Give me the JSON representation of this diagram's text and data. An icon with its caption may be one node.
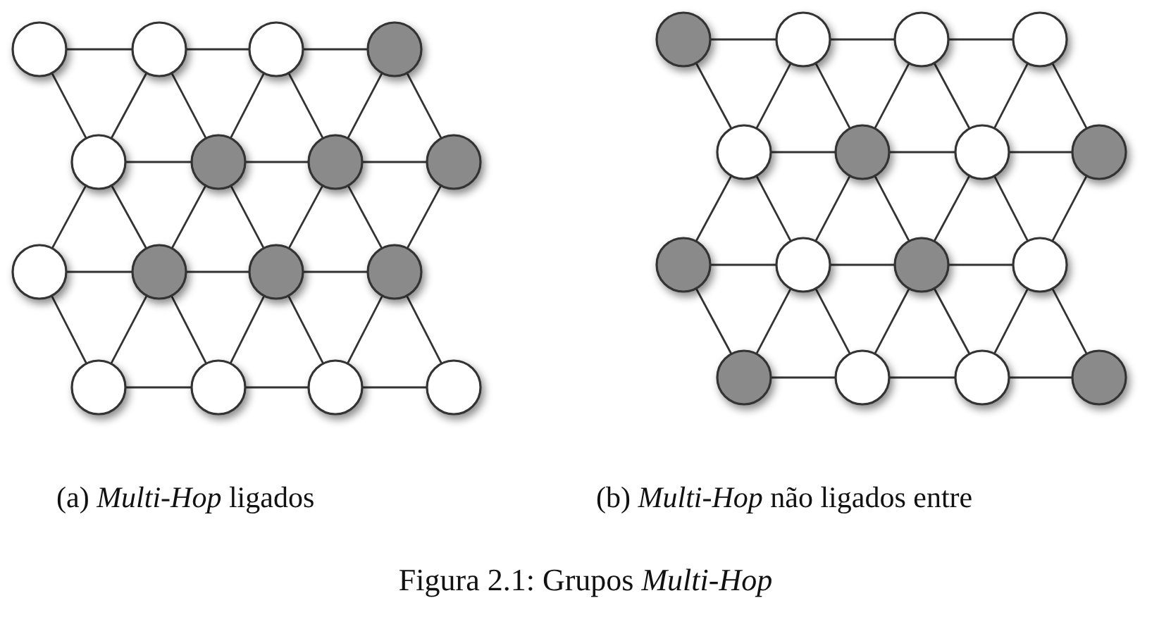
{
  "diagram": {
    "caption": "Figura 2.1: Grupos *Multi-Hop*",
    "nodes": [
      {
        "text": [],
        "shape": "circle"
      },
      {
        "text": [],
        "shape": "circle"
      },
      {
        "text": [],
        "shape": "circle"
      },
      {
        "text": [],
        "shape": "circle"
      },
      {
        "text": [],
        "shape": "circle"
      },
      {
        "text": [],
        "shape": "circle"
      },
      {
        "text": [],
        "shape": "circle"
      },
      {
        "text": [],
        "shape": "circle"
      },
      {
        "text": [],
        "shape": "circle"
      },
      {
        "text": [],
        "shape": "circle"
      },
      {
        "text": [],
        "shape": "circle"
      },
      {
        "text": [],
        "shape": "circle"
      },
      {
        "text": [],
        "shape": "circle"
      },
      {
        "text": [],
        "shape": "circle"
      },
      {
        "text": [],
        "shape": "circle"
      },
      {
        "text": [],
        "shape": "circle"
      },
      {
        "text": [],
        "shape": "circle"
      },
      {
        "text": [],
        "shape": "circle"
      },
      {
        "text": [],
        "shape": "circle"
      },
      {
        "text": [],
        "shape": "circle"
      },
      {
        "text": [],
        "shape": "circle"
      },
      {
        "text": [],
        "shape": "circle"
      },
      {
        "text": [],
        "shape": "circle"
      },
      {
        "text": [],
        "shape": "circle"
      },
      {
        "text": [],
        "shape": "circle"
      },
      {
        "text": [],
        "shape": "circle"
      },
      {
        "text": [],
        "shape": "circle"
      },
      {
        "text": [],
        "shape": "circle"
      },
      {
        "text": [],
        "shape": "circle"
      },
      {
        "text": [],
        "shape": "circle"
      },
      {
        "text": [],
        "shape": "circle"
      },
      {
        "text": [],
        "shape": "circle"
      }
    ],
    "edges": [
      {
        "from": 0,
        "to": 1,
        "arrow": "none"
      },
      {
        "from": 1,
        "to": 2,
        "arrow": "none"
      },
      {
        "from": 2,
        "to": 3,
        "arrow": "none"
      },
      {
        "from": 0,
        "to": 4,
        "arrow": "none"
      },
      {
        "from": 1,
        "to": 4,
        "arrow": "none"
      },
      {
        "from": 1,
        "to": 5,
        "arrow": "none"
      },
      {
        "from": 2,
        "to": 5,
        "arrow": "none"
      },
      {
        "from": 2,
        "to": 6,
        "arrow": "none"
      },
      {
        "from": 3,
        "to": 6,
        "arrow": "none"
      },
      {
        "from": 3,
        "to": 7,
        "arrow": "none"
      },
      {
        "from": 4,
        "to": 5,
        "arrow": "none"
      },
      {
        "from": 5,
        "to": 6,
        "arrow": "none"
      },
      {
        "from": 6,
        "to": 7,
        "arrow": "none"
      },
      {
        "from": 4,
        "to": 8,
        "arrow": "none"
      },
      {
        "from": 4,
        "to": 9,
        "arrow": "none"
      },
      {
        "from": 5,
        "to": 9,
        "arrow": "none"
      },
      {
        "from": 5,
        "to": 10,
        "arrow": "none"
      },
      {
        "from": 6,
        "to": 10,
        "arrow": "none"
      },
      {
        "from": 6,
        "to": 11,
        "arrow": "none"
      },
      {
        "from": 7,
        "to": 11,
        "arrow": "none"
      },
      {
        "from": 8,
        "to": 9,
        "arrow": "none"
      },
      {
        "from": 9,
        "to": 10,
        "arrow": "none"
      },
      {
        "from": 10,
        "to": 11,
        "arrow": "none"
      },
      {
        "from": 8,
        "to": 12,
        "arrow": "none"
      },
      {
        "from": 9,
        "to": 12,
        "arrow": "none"
      },
      {
        "from": 9,
        "to": 13,
        "arrow": "none"
      },
      {
        "from": 10,
        "to": 13,
        "arrow": "none"
      },
      {
        "from": 10,
        "to": 14,
        "arrow": "none"
      },
      {
        "from": 11,
        "to": 14,
        "arrow": "none"
      },
      {
        "from": 11,
        "to": 15,
        "arrow": "none"
      },
      {
        "from": 12,
        "to": 13,
        "arrow": "none"
      },
      {
        "from": 13,
        "to": 14,
        "arrow": "none"
      },
      {
        "from": 14,
        "to": 15,
        "arrow": "none"
      },
      {
        "from": 16,
        "to": 17,
        "arrow": "none"
      },
      {
        "from": 17,
        "to": 18,
        "arrow": "none"
      },
      {
        "from": 18,
        "to": 19,
        "arrow": "none"
      },
      {
        "from": 16,
        "to": 20,
        "arrow": "none"
      },
      {
        "from": 17,
        "to": 20,
        "arrow": "none"
      },
      {
        "from": 17,
        "to": 21,
        "arrow": "none"
      },
      {
        "from": 18,
        "to": 21,
        "arrow": "none"
      },
      {
        "from": 18,
        "to": 22,
        "arrow": "none"
      },
      {
        "from": 19,
        "to": 22,
        "arrow": "none"
      },
      {
        "from": 19,
        "to": 23,
        "arrow": "none"
      },
      {
        "from": 20,
        "to": 21,
        "arrow": "none"
      },
      {
        "from": 21,
        "to": 22,
        "arrow": "none"
      },
      {
        "from": 22,
        "to": 23,
        "arrow": "none"
      },
      {
        "from": 20,
        "to": 24,
        "arrow": "none"
      },
      {
        "from": 20,
        "to": 25,
        "arrow": "none"
      },
      {
        "from": 21,
        "to": 25,
        "arrow": "none"
      },
      {
        "from": 21,
        "to": 26,
        "arrow": "none"
      },
      {
        "from": 22,
        "to": 26,
        "arrow": "none"
      },
      {
        "from": 22,
        "to": 27,
        "arrow": "none"
      },
      {
        "from": 23,
        "to": 27,
        "arrow": "none"
      },
      {
        "from": 24,
        "to": 25,
        "arrow": "none"
      },
      {
        "from": 25,
        "to": 26,
        "arrow": "none"
      },
      {
        "from": 26,
        "to": 27,
        "arrow": "none"
      },
      {
        "from": 24,
        "to": 28,
        "arrow": "none"
      },
      {
        "from": 25,
        "to": 28,
        "arrow": "none"
      },
      {
        "from": 25,
        "to": 29,
        "arrow": "none"
      },
      {
        "from": 26,
        "to": 29,
        "arrow": "none"
      },
      {
        "from": 26,
        "to": 30,
        "arrow": "none"
      },
      {
        "from": 27,
        "to": 30,
        "arrow": "none"
      },
      {
        "from": 27,
        "to": 31,
        "arrow": "none"
      },
      {
        "from": 28,
        "to": 29,
        "arrow": "none"
      },
      {
        "from": 29,
        "to": 30,
        "arrow": "none"
      },
      {
        "from": 30,
        "to": 31,
        "arrow": "none"
      }
    ],
    "labels": [
      "(a) *Multi-Hop* ligados",
      "(b) *Multi-Hop* não ligados entre"
    ]
  }
}
